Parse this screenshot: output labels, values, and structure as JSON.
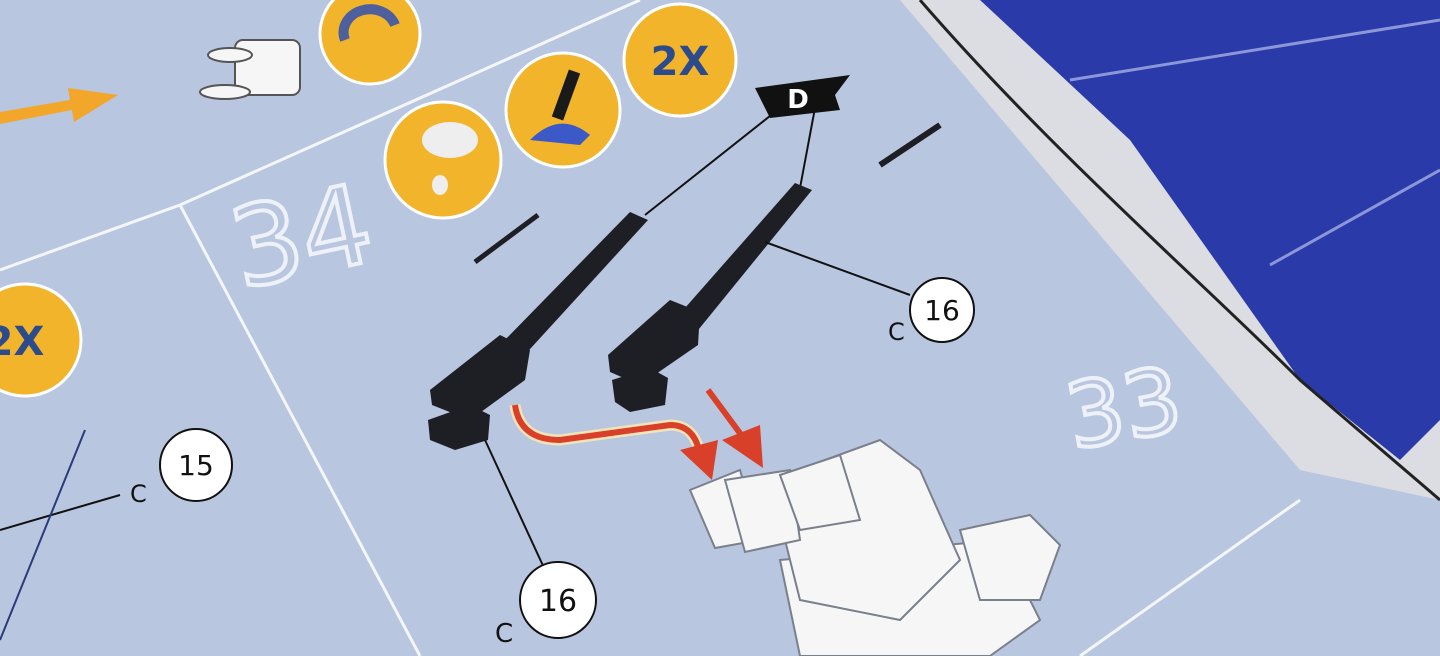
{
  "step_numbers": {
    "current": "34",
    "next": "33"
  },
  "badges": {
    "quantity_top": "2X",
    "quantity_left": "2X",
    "decal_flag": "D"
  },
  "part_callouts": [
    {
      "prefix": "C",
      "number": "16"
    },
    {
      "prefix": "C",
      "number": "16"
    },
    {
      "prefix": "C",
      "number": "15"
    }
  ],
  "colors": {
    "paper": "#b9c6e0",
    "badge": "#f2b42a",
    "mat": "#2a3aa8",
    "arrow": "#d8402a",
    "part": "#1e1f24"
  }
}
